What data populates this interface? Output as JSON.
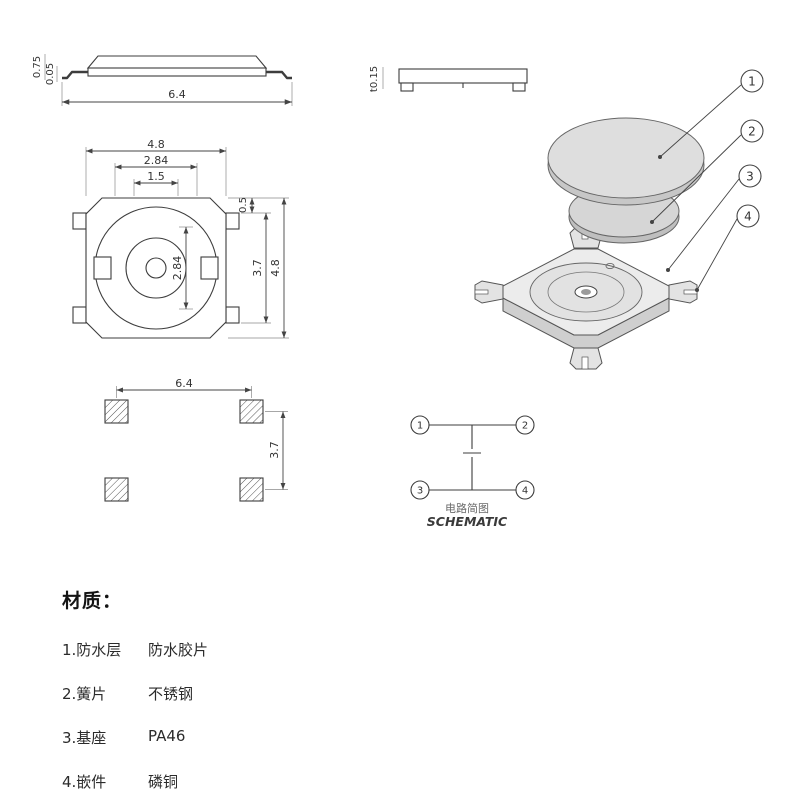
{
  "side_view": {
    "h1": "0.75",
    "h2": "0.05",
    "w": "6.4"
  },
  "bottom_view": {
    "t": "t0.15"
  },
  "top_view": {
    "w_outer": "4.8",
    "w_mid": "2.84",
    "w_inner": "1.5",
    "step": "0.5",
    "h_inner": "2.84",
    "h_mid": "3.7",
    "h_outer": "4.8"
  },
  "footprint": {
    "w": "6.4",
    "h": "3.7"
  },
  "exploded": {
    "callouts": [
      "1",
      "2",
      "3",
      "4"
    ]
  },
  "schematic": {
    "pins": [
      "1",
      "2",
      "3",
      "4"
    ],
    "label_cn": "电路简图",
    "label_en": "SCHEMATIC"
  },
  "materials": {
    "title": "材质：",
    "items": [
      {
        "label": "1.防水层",
        "value": "防水胶片"
      },
      {
        "label": "2.簧片",
        "value": "不锈钢"
      },
      {
        "label": "3.基座",
        "value": "PA46"
      },
      {
        "label": "4.嵌件",
        "value": "磷铜"
      }
    ]
  }
}
